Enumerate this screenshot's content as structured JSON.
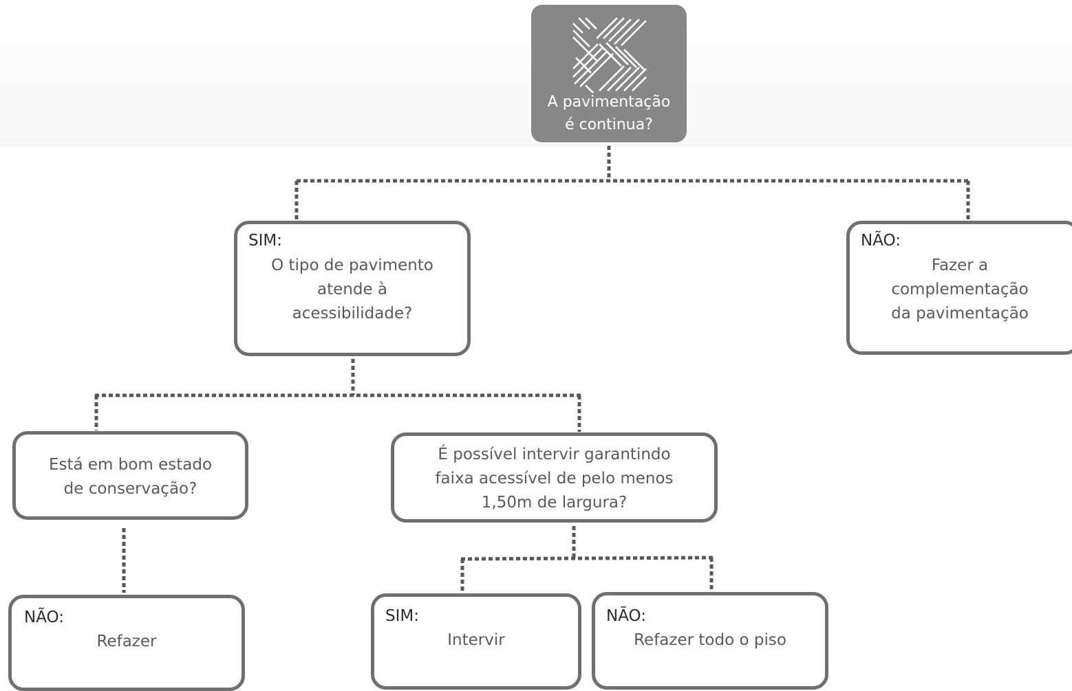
{
  "root": {
    "icon": "parquet-pavement-icon",
    "lines": [
      "A pavimentação",
      "é continua?"
    ]
  },
  "nodes": {
    "sim_tipo": {
      "tag": "SIM:",
      "lines": [
        "O tipo de pavimento",
        "atende à",
        "acessibilidade?"
      ]
    },
    "nao_complementar": {
      "tag": "NÃO:",
      "lines": [
        "Fazer a",
        "complementação",
        "da pavimentação"
      ]
    },
    "bom_estado": {
      "lines": [
        "Está em bom estado",
        "de conservação?"
      ]
    },
    "possivel_intervir": {
      "lines": [
        "É possível intervir garantindo",
        "faixa acessível de pelo menos",
        "1,50m de largura?"
      ]
    },
    "nao_refazer": {
      "tag": "NÃO:",
      "lines": [
        "Refazer"
      ]
    },
    "sim_intervir": {
      "tag": "SIM:",
      "lines": [
        "Intervir"
      ]
    },
    "nao_refazer_piso": {
      "tag": "NÃO:",
      "lines": [
        "Refazer todo o piso"
      ]
    }
  },
  "colors": {
    "root_fill": "#878787",
    "border": "#6f6f6f",
    "connector": "#585858",
    "text": "#5a5a5a",
    "tag_text": "#2c2c2c"
  }
}
